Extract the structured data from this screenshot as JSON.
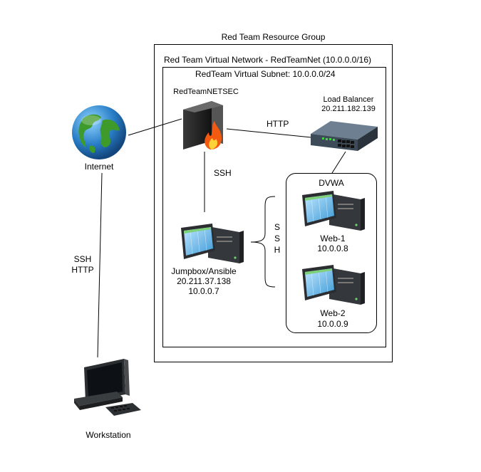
{
  "resource_group": {
    "label": "Red Team Resource Group"
  },
  "vnet": {
    "label": "Red Team Virtual Network - RedTeamNet (10.0.0.0/16)"
  },
  "subnet": {
    "label": "RedTeam Virtual Subnet: 10.0.0.0/24"
  },
  "internet": {
    "label": "Internet",
    "icon": "globe-icon"
  },
  "firewall": {
    "label": "RedTeamNETSEC",
    "icon": "firewall-icon"
  },
  "load_balancer": {
    "label": "Load Balancer",
    "ip": "20.211.182.139",
    "icon": "switch-icon"
  },
  "dvwa_group": {
    "label": "DVWA"
  },
  "jumpbox": {
    "label": "Jumpbox/Ansible",
    "public_ip": "20.211.37.138",
    "private_ip": "10.0.0.7",
    "icon": "server-icon"
  },
  "web1": {
    "label": "Web-1",
    "ip": "10.0.0.8",
    "icon": "server-icon"
  },
  "web2": {
    "label": "Web-2",
    "ip": "10.0.0.9",
    "icon": "server-icon"
  },
  "workstation": {
    "label": "Workstation",
    "icon": "workstation-icon"
  },
  "links": {
    "firewall_lb": "HTTP",
    "firewall_jumpbox": "SSH",
    "jumpbox_web": [
      "S",
      "S",
      "H"
    ],
    "internet_workstation": [
      "SSH",
      "HTTP"
    ]
  }
}
